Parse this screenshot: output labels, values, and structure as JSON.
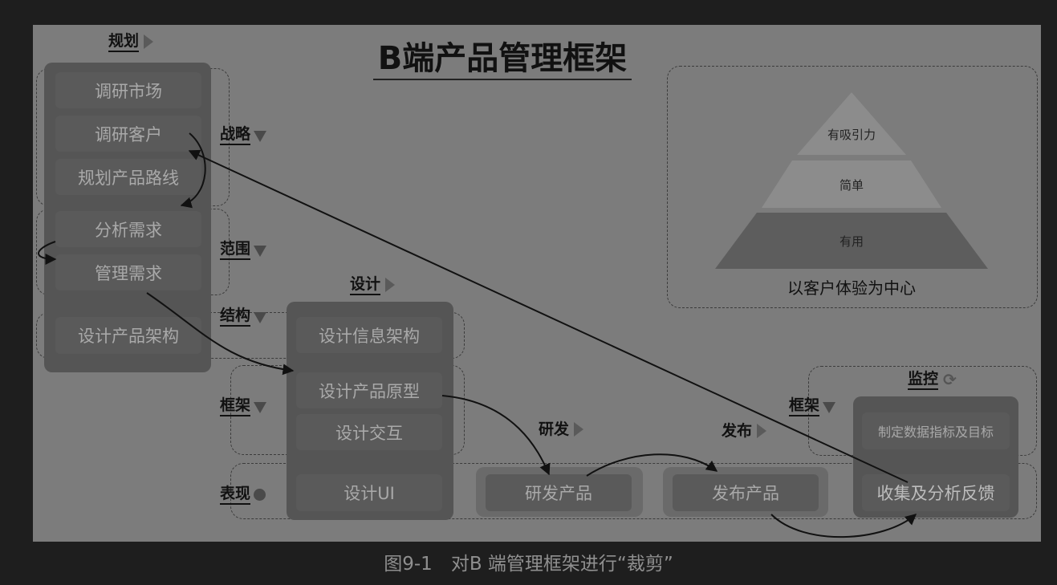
{
  "title": "B端产品管理框架",
  "caption": "图9-1　对B 端管理框架进行“裁剪”",
  "phases": {
    "plan": "规划",
    "design": "设计",
    "develop": "研发",
    "release": "发布",
    "monitor": "监控"
  },
  "layers": {
    "strategy": "战略",
    "scope": "范围",
    "structure": "结构",
    "framework": "框架",
    "framework2": "框架",
    "surface": "表现"
  },
  "boxes": {
    "research_market": "调研市场",
    "research_customer": "调研客户",
    "plan_roadmap": "规划产品路线",
    "analyze_req": "分析需求",
    "manage_req": "管理需求",
    "design_arch": "设计产品架构",
    "design_info_arch": "设计信息架构",
    "design_prototype": "设计产品原型",
    "design_interaction": "设计交互",
    "design_ui": "设计UI",
    "develop_product": "研发产品",
    "release_product": "发布产品",
    "set_metrics": "制定数据指标及目标",
    "collect_feedback": "收集及分析反馈"
  },
  "pyramid": {
    "top": "有吸引力",
    "middle": "简单",
    "bottom": "有用",
    "caption": "以客户体验为中心"
  },
  "colors": {
    "background": "#1e1e1e",
    "panel": "#7c7c7c",
    "box": "#5a5a5a",
    "box_text": "#a9a9a9",
    "column": "#555555"
  },
  "icons": {
    "phase_marker": "right-triangle-icon",
    "layer_marker": "down-triangle-icon",
    "surface_marker": "circle-icon",
    "monitor_marker": "cycle-icon"
  }
}
